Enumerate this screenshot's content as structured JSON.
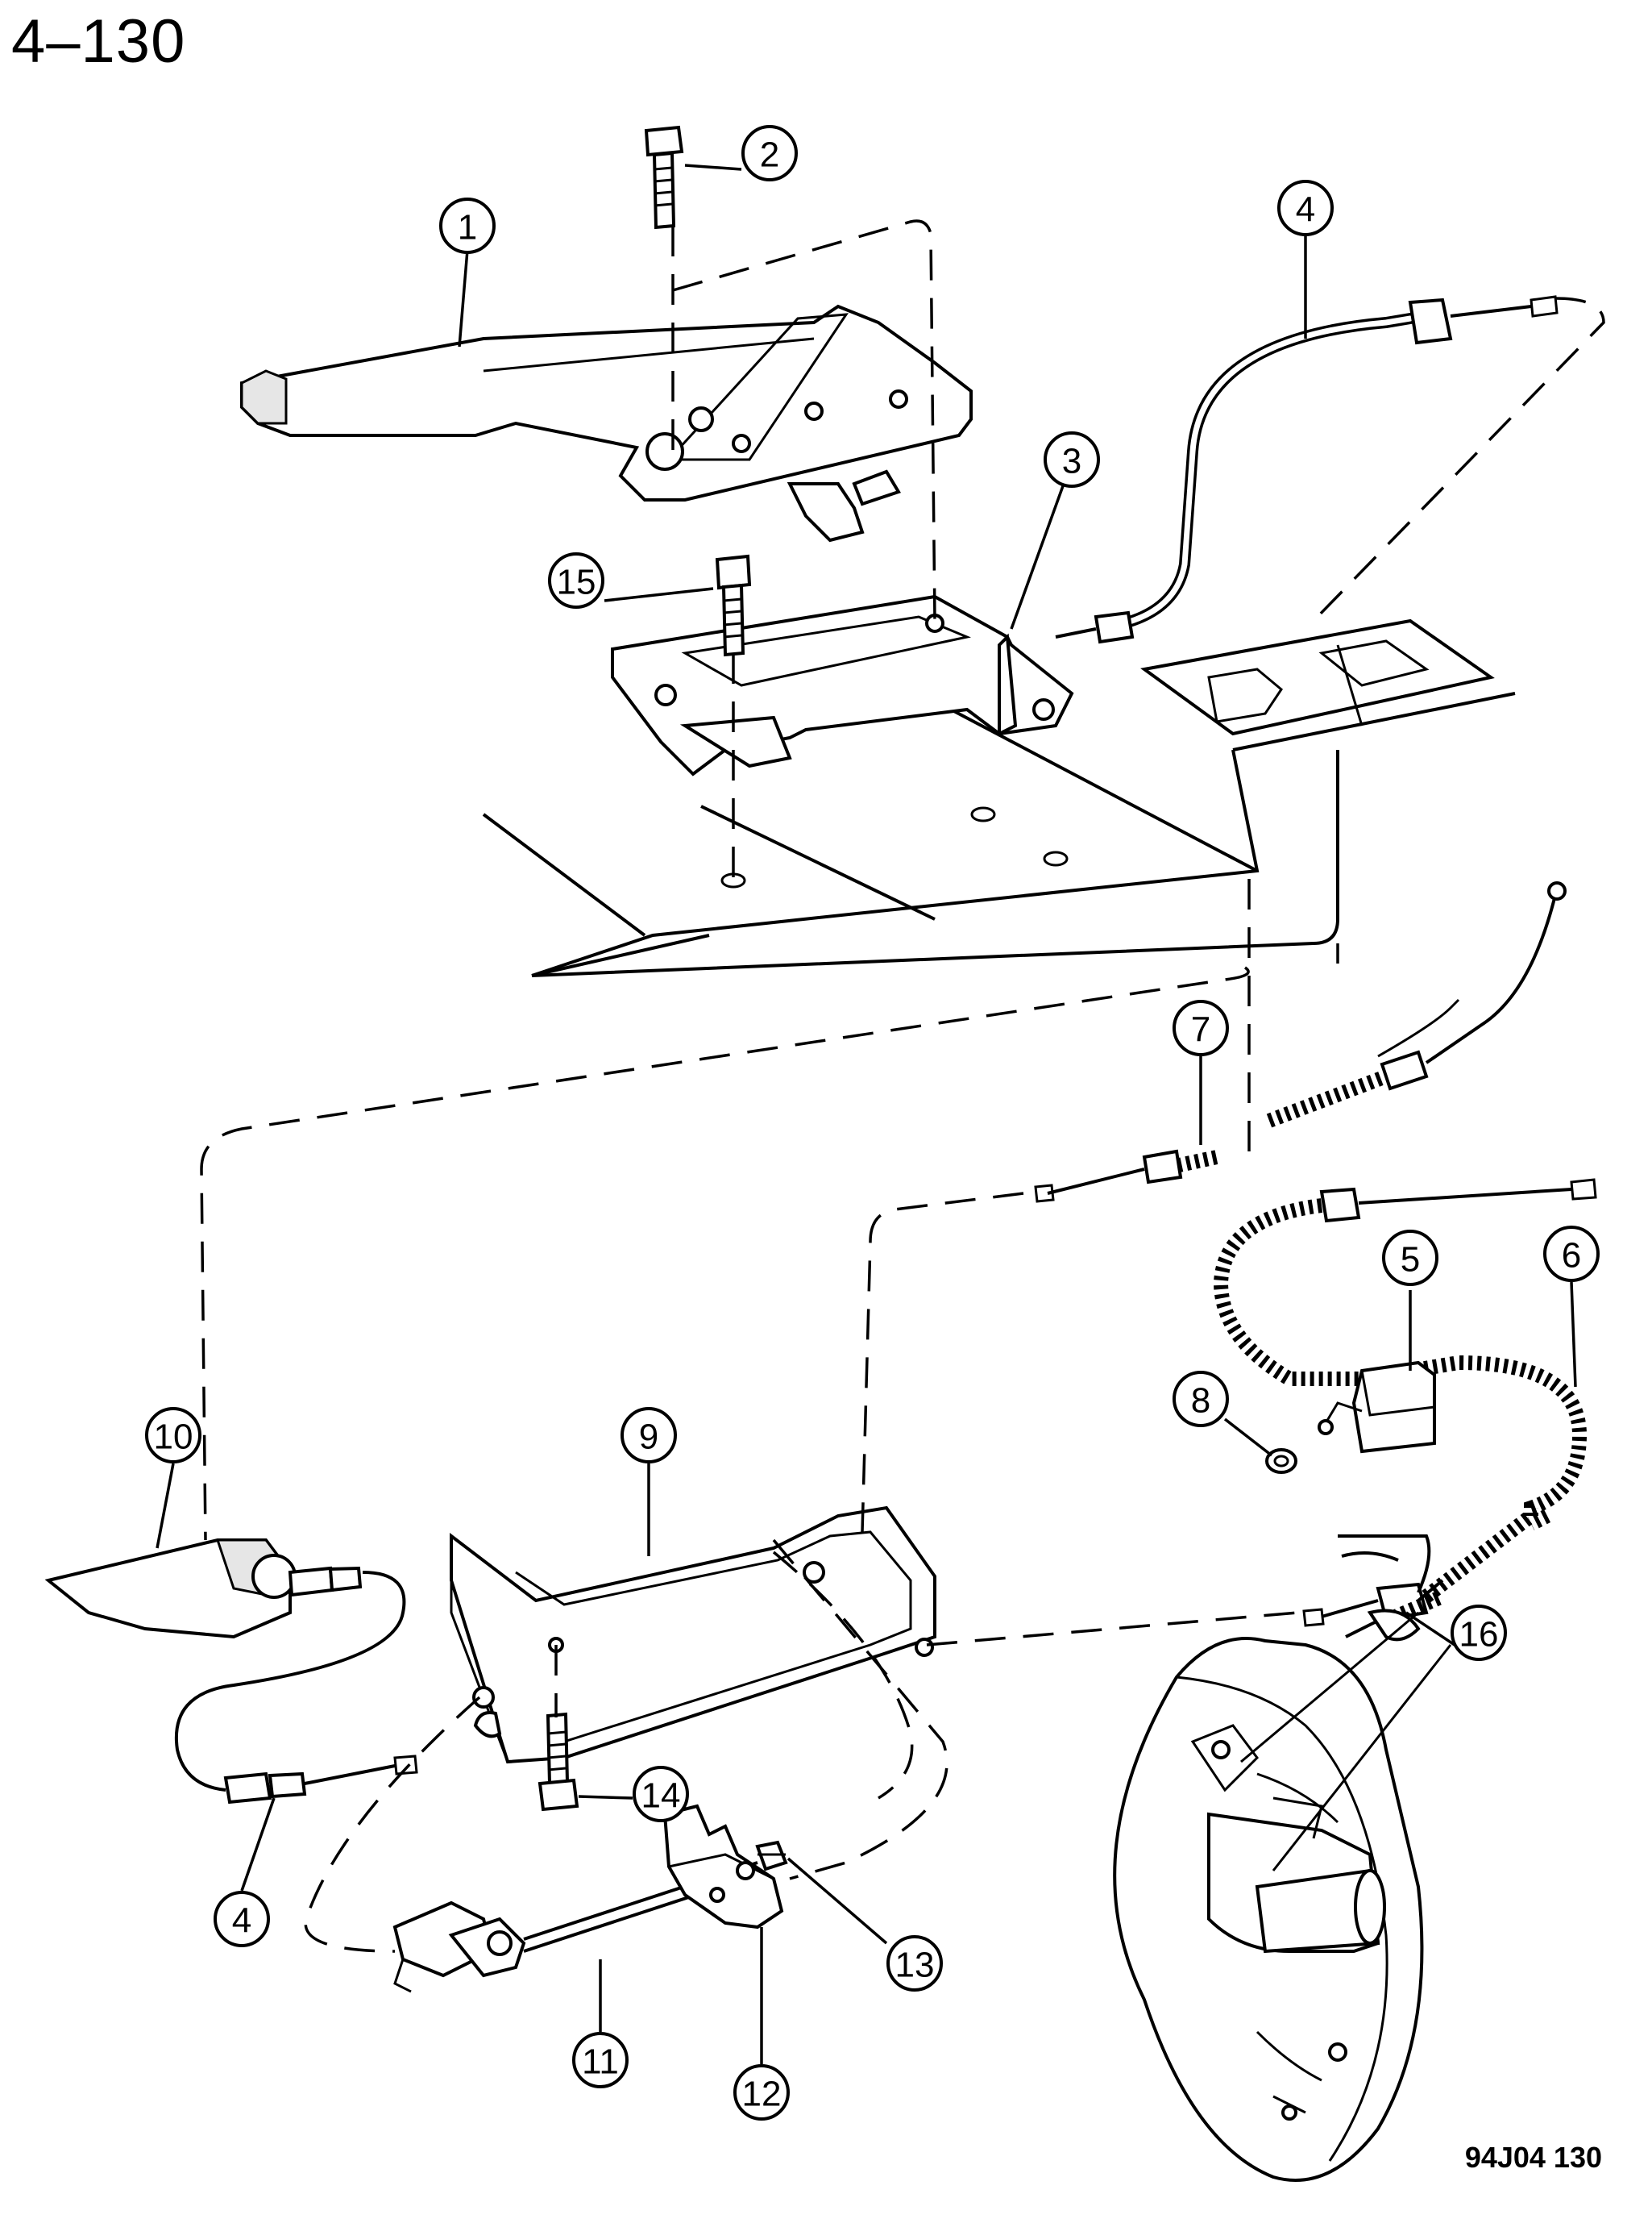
{
  "page_number": "4–130",
  "figure_code": "94J04  130",
  "callouts": [
    {
      "id": "c1",
      "label": "1"
    },
    {
      "id": "c2",
      "label": "2"
    },
    {
      "id": "c3",
      "label": "3"
    },
    {
      "id": "c4a",
      "label": "4"
    },
    {
      "id": "c4b",
      "label": "4"
    },
    {
      "id": "c5",
      "label": "5"
    },
    {
      "id": "c6",
      "label": "6"
    },
    {
      "id": "c7",
      "label": "7"
    },
    {
      "id": "c8",
      "label": "8"
    },
    {
      "id": "c9",
      "label": "9"
    },
    {
      "id": "c10",
      "label": "10"
    },
    {
      "id": "c11",
      "label": "11"
    },
    {
      "id": "c12",
      "label": "12"
    },
    {
      "id": "c13",
      "label": "13"
    },
    {
      "id": "c14",
      "label": "14"
    },
    {
      "id": "c15",
      "label": "15"
    },
    {
      "id": "c16",
      "label": "16"
    }
  ]
}
